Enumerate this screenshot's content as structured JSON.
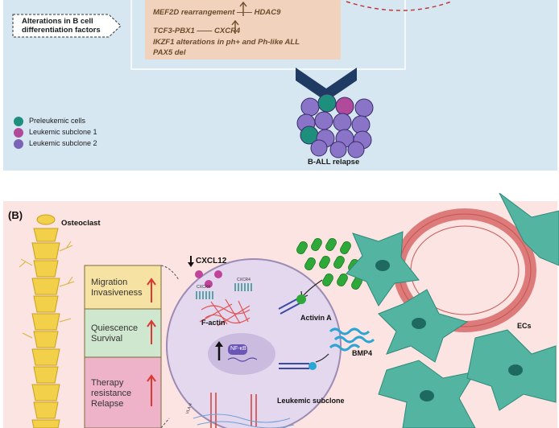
{
  "panel_a": {
    "callout": [
      "Alterations in B cell",
      "differentiation  factors"
    ],
    "box_lines": {
      "line1_left": "MEF2D rearrangement",
      "line1_right": "HDAC9",
      "line2_left": "TCF3-PBX1",
      "line2_right": "CXCR4",
      "line3": "IKZF1 alterations in ph+ and Ph-like ALL",
      "line4": "PAX5 del"
    },
    "legend": [
      {
        "label": "Preleukemic cells",
        "color": "#1f8f7d"
      },
      {
        "label": "Leukemic subclone 1",
        "color": "#b24a9c"
      },
      {
        "label": "Leukemic subclone 2",
        "color": "#7a64b8"
      }
    ],
    "relapse_label": "B-ALL relapse"
  },
  "panel_b": {
    "panel_label": "(B)",
    "osteoclast": "Osteoclast",
    "phenotypes": [
      {
        "lines": [
          "Migration",
          "Invasiveness"
        ],
        "color": "#f6e3a3"
      },
      {
        "lines": [
          "Quiescence",
          "Survival"
        ],
        "color": "#cfe6cf"
      },
      {
        "lines": [
          "Therapy",
          "resistance",
          "Relapse"
        ],
        "color": "#efb3c9"
      }
    ],
    "cxcl12": "CXCL12",
    "cxcr4_left": "CXCR4",
    "cxcr4_right": "CXCR4",
    "factin": "F-actin",
    "nfkb": "NF-κB",
    "activin": "Activin A",
    "bmp4": "BMP4",
    "ecs": "ECs",
    "subclone": "Leukemic subclone",
    "vla4": "VLA-4"
  }
}
